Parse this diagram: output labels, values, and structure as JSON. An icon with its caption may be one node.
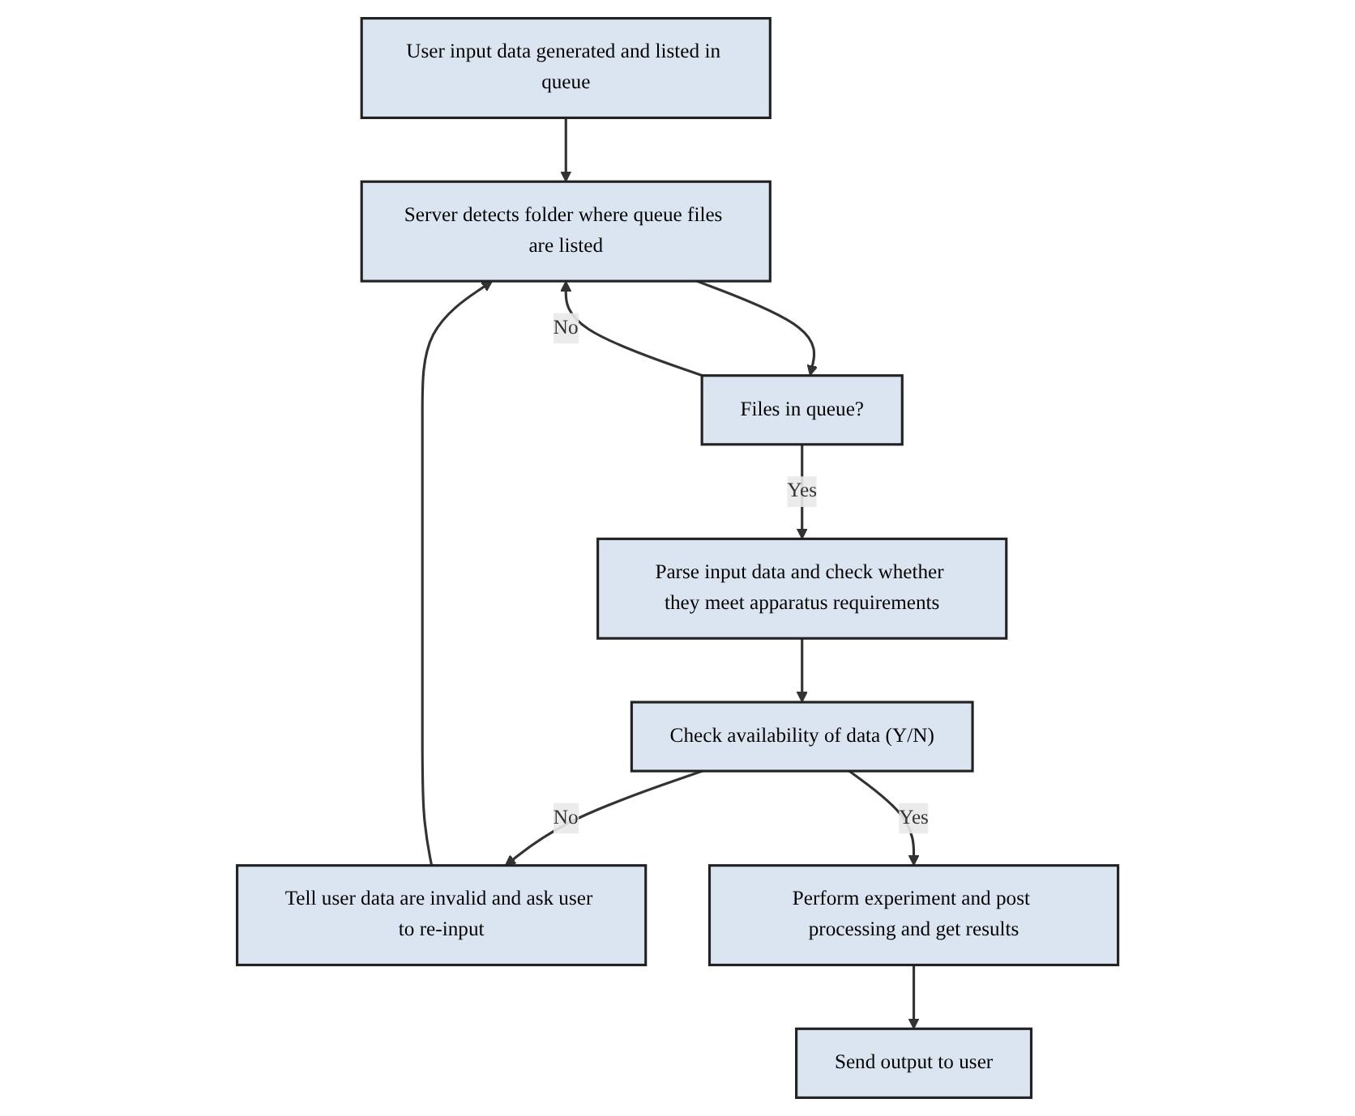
{
  "diagram": {
    "nodes": [
      {
        "text": [
          "User input data generated and listed in queue"
        ]
      },
      {
        "text": [
          "Server detects folder where queue files are listed"
        ]
      },
      {
        "text": [
          "Files in queue?"
        ]
      },
      {
        "text": [
          "Parse input data and check whether they meet apparatus requirements"
        ]
      },
      {
        "text": [
          "Check availability of data (Y/N)"
        ]
      },
      {
        "text": [
          "Tell user data are invalid and ask user to re-input"
        ]
      },
      {
        "text": [
          "Perform experiment and post processing and get results"
        ]
      },
      {
        "text": [
          "Send output to user"
        ]
      }
    ],
    "edges": [
      {
        "from": 0,
        "to": 1,
        "arrow": "to"
      },
      {
        "from": 1,
        "to": 2,
        "arrow": "to"
      },
      {
        "from": 2,
        "to": 1,
        "label": "No",
        "arrow": "to"
      },
      {
        "from": 2,
        "to": 3,
        "label": "Yes",
        "arrow": "to"
      },
      {
        "from": 3,
        "to": 4,
        "arrow": "to"
      },
      {
        "from": 4,
        "to": 5,
        "label": "No",
        "arrow": "to"
      },
      {
        "from": 5,
        "to": 1,
        "arrow": "to"
      },
      {
        "from": 4,
        "to": 6,
        "label": "Yes",
        "arrow": "to"
      },
      {
        "from": 6,
        "to": 7,
        "arrow": "to"
      }
    ]
  }
}
